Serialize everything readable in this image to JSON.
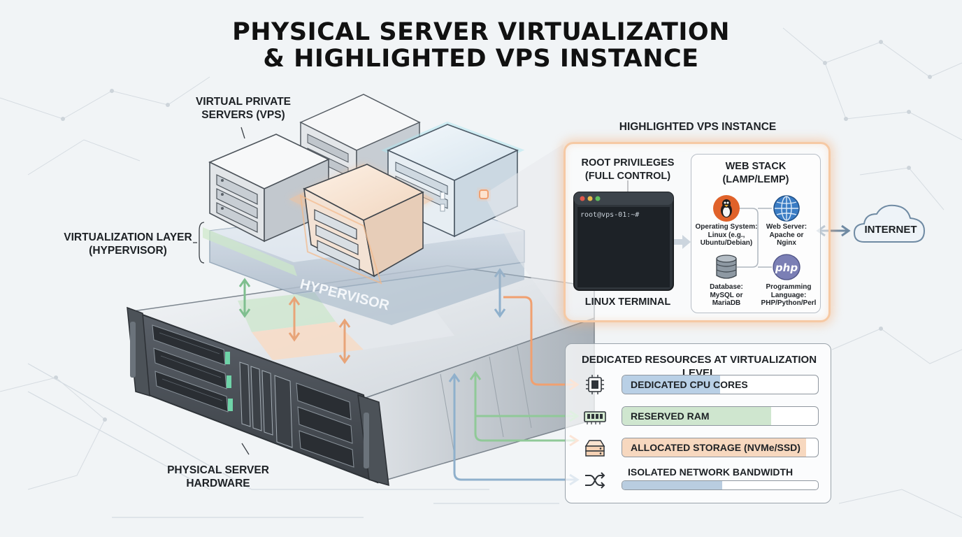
{
  "title": {
    "line1": "PHYSICAL SERVER VIRTUALIZATION",
    "line2": "& HIGHLIGHTED VPS INSTANCE"
  },
  "labels": {
    "vps": [
      "VIRTUAL PRIVATE",
      "SERVERS (VPS)"
    ],
    "virtualization_layer": [
      "VIRTUALIZATION LAYER",
      "(HYPERVISOR)"
    ],
    "hypervisor_slab": "HYPERVISOR",
    "physical_hardware": [
      "PHYSICAL SERVER",
      "HARDWARE"
    ],
    "highlighted_instance": "HIGHLIGHTED VPS INSTANCE"
  },
  "vps_panel": {
    "root": [
      "ROOT PRIVILEGES",
      "(FULL CONTROL)"
    ],
    "terminal_prompt": "root@vps-01:~#",
    "terminal_label": "LINUX TERMINAL",
    "web_stack": {
      "title": [
        "WEB STACK",
        "(LAMP/LEMP)"
      ],
      "items": [
        {
          "icon": "linux-tux-icon",
          "lines": [
            "Operating System:",
            "Linux (e.g.,",
            "Ubuntu/Debian)"
          ],
          "color": "#e0622a"
        },
        {
          "icon": "globe-icon",
          "lines": [
            "Web Server:",
            "Apache or",
            "Nginx"
          ],
          "color": "#3a7cc4"
        },
        {
          "icon": "database-icon",
          "lines": [
            "Database:",
            "MySQL or",
            "MariaDB"
          ],
          "color": "#6d7a86"
        },
        {
          "icon": "php-icon",
          "lines": [
            "Programming",
            "Language:",
            "PHP/Python/Perl"
          ],
          "color": "#7b7fb5"
        }
      ]
    },
    "internet": "INTERNET"
  },
  "resources": {
    "title": "DEDICATED RESOURCES AT VIRTUALIZATION LEVEL",
    "items": [
      {
        "label": "DEDICATED CPU CORES",
        "icon": "cpu-chip-icon",
        "fill": 0.5,
        "color": "#b9d0e6"
      },
      {
        "label": "RESERVED RAM",
        "icon": "ram-module-icon",
        "fill": 0.76,
        "color": "#cfe6cf"
      },
      {
        "label": "ALLOCATED STORAGE (NVMe/SSD)",
        "icon": "storage-drive-icon",
        "fill": 0.94,
        "color": "#f7d8bf"
      },
      {
        "label": "ISOLATED NETWORK BANDWIDTH",
        "icon": "network-shuffle-icon",
        "fill": 0.51,
        "color": "#b9cde0"
      }
    ]
  },
  "colors": {
    "accent_orange": "#f0a070",
    "accent_green": "#8ccf8c",
    "accent_blue": "#9ec3e6",
    "terminal_bg": "#1d2227"
  }
}
